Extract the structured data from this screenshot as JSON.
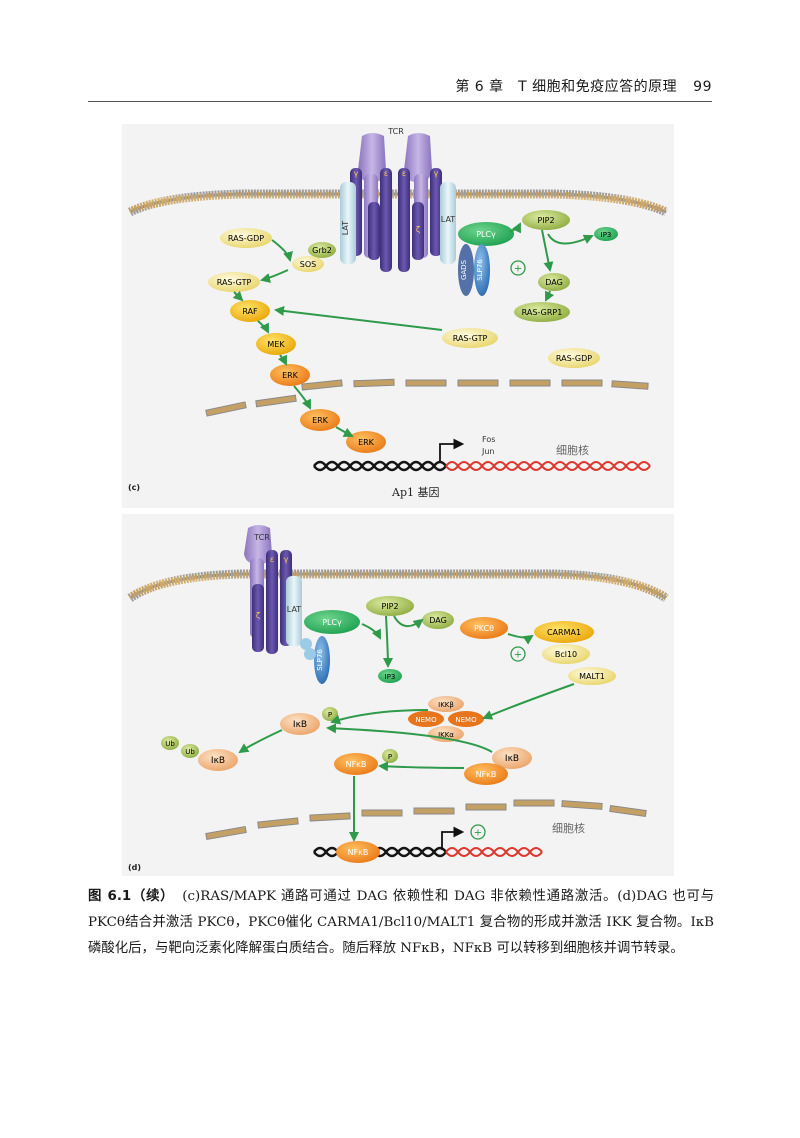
{
  "header": {
    "chapter_title": "第 6 章　T 细胞和免疫应答的原理",
    "page_number": "99"
  },
  "panel_c": {
    "tag": "(c)",
    "tcr": "TCR",
    "gamma": "γ",
    "epsilon": "ε",
    "zeta": "ζ",
    "lat": "LAT",
    "ras_gdp": "RAS-GDP",
    "grb2": "Grb2",
    "sos": "SOS",
    "ras_gtp": "RAS-GTP",
    "raf": "RAF",
    "mek": "MEK",
    "erk": "ERK",
    "plcg": "PLCγ",
    "gads": "GADS",
    "slp76": "SLP76",
    "pip2": "PIP2",
    "ip3": "IP3",
    "dag": "DAG",
    "ras_grp1": "RAS-GRP1",
    "plus": "+",
    "fos": "Fos",
    "jun": "Jun",
    "nucleus": "细胞核",
    "gene_label": "Ap1 基因"
  },
  "panel_d": {
    "tag": "(d)",
    "tcr": "TCR",
    "gamma": "γ",
    "epsilon": "ε",
    "zeta": "ζ",
    "lat": "LAT",
    "plcg": "PLCγ",
    "slp76": "SLP76",
    "pip2": "PIP2",
    "ip3": "IP3",
    "dag": "DAG",
    "pkc": "PKCθ",
    "carma1": "CARMA1",
    "bcl10": "Bcl10",
    "malt1": "MALT1",
    "ikkb": "IKKβ",
    "nemo": "NEMO",
    "ikka": "IKKα",
    "ikb": "IκB",
    "p": "P",
    "ub": "Ub",
    "nfkb": "NFκB",
    "plus": "+",
    "nucleus": "细胞核"
  },
  "caption": {
    "label": "图 6.1（续）",
    "text": "(c)RAS/MAPK 通路可通过 DAG 依赖性和 DAG 非依赖性通路激活。(d)DAG 也可与 PKCθ结合并激活 PKCθ，PKCθ催化 CARMA1/Bcl10/MALT1 复合物的形成并激活 IKK 复合物。IκB 磷酸化后，与靶向泛素化降解蛋白质结合。随后释放 NFκB，NFκB 可以转移到细胞核并调节转录。"
  },
  "colors": {
    "panel_bg": "#f3f3f3",
    "membrane_tan": "#c4a064",
    "membrane_grey": "#8f8f8f",
    "tcr_lavender": "#a58fc9",
    "cd3_purple": "#4f3f8f",
    "lat_blue": "#cde6ee",
    "plc_green": "#22a85a",
    "slp_blue": "#2f6fb5",
    "pip2_olive": "#9bb84a",
    "arrow_green": "#2e9a4a",
    "ras_yellow": "#f0e27a",
    "raf_gold": "#f2b800",
    "erk_orange": "#f08a1c",
    "ikk_peach": "#f0b37c",
    "dna_black": "#151515",
    "dna_red": "#e0362c"
  },
  "icons": [
    "arrow-icon",
    "plus-icon",
    "transcription-start-icon"
  ]
}
